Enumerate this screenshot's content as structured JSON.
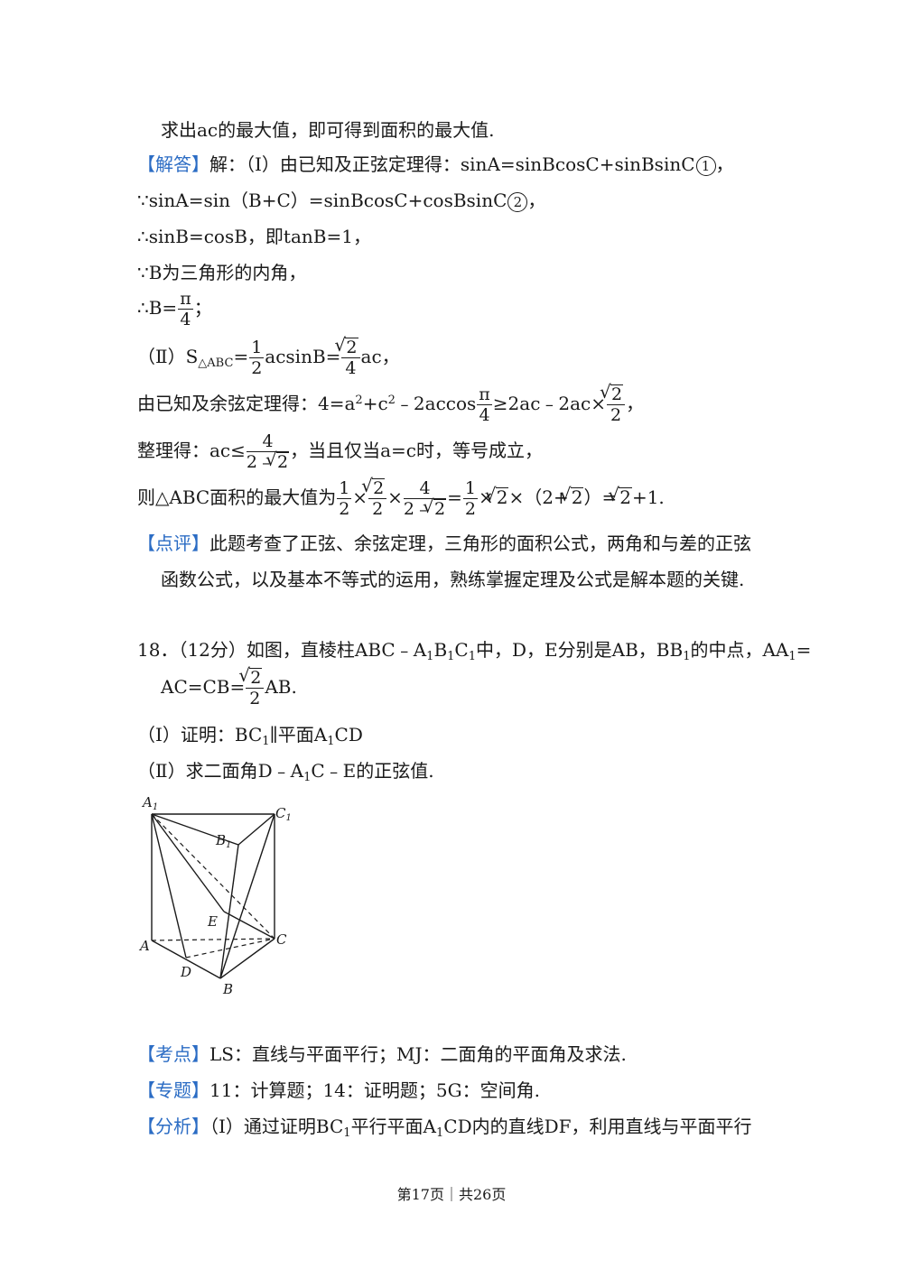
{
  "p": {
    "l1": "求出ac的最大值，即可得到面积的最大值.",
    "jieda_tag": "【解答】",
    "l2": "解：（Ⅰ）由已知及正弦定理得：sinA=sinBcosC+sinBsinC",
    "c1": "1",
    "l2_end": "，",
    "l3": "∵sinA=sin（B+C）=sinBcosC+cosBsinC",
    "c2": "2",
    "l3_end": "，",
    "l4": "∴sinB=cosB，即tanB=1，",
    "l5": "∵B为三角形的内角，",
    "l6a": "∴B=",
    "pi": "π",
    "four": "4",
    "l6b": "；",
    "l7a": "（Ⅱ）S",
    "l7sub": "△ABC",
    "l7b": "=",
    "one": "1",
    "two": "2",
    "l7c": "acsinB=",
    "r2": "2",
    "l7d": "ac，",
    "l8a": "由已知及余弦定理得：4=a",
    "sq": "2",
    "l8b": "+c",
    "l8c": "﹣2accos",
    "l8d": "≥2ac﹣2ac×",
    "l8e": "，",
    "l9a": "整理得：ac≤",
    "l9den_a": "2﹣",
    "l9b": "，当且仅当a=c时，等号成立，",
    "l10a": "则△ABC面积的最大值为",
    "times": "×",
    "eq": "=",
    "l10b": "（2+",
    "l10c": "）=",
    "l10d": "+1.",
    "dianping_tag": "【点评】",
    "l11": "此题考查了正弦、余弦定理，三角形的面积公式，两角和与差的正弦",
    "l12": "函数公式，以及基本不等式的运用，熟练掌握定理及公式是解本题的关键.",
    "q18a": "18．（12分）如图，直棱柱ABC﹣A",
    "q18b": "B",
    "q18c": "C",
    "q18d": "中，D，E分别是AB，BB",
    "q18e": "的中点，AA",
    "q18f": "=",
    "s1": "1",
    "q18g": "AC=CB=",
    "q18h": "AB.",
    "q1a": "（Ⅰ）证明：BC",
    "q1b": "∥平面A",
    "q1c": "CD",
    "q2a": "（Ⅱ）求二面角D﹣A",
    "q2b": "C﹣E的正弦值.",
    "kaodian_tag": "【考点】",
    "kaodian": "LS：直线与平面平行；MJ：二面角的平面角及求法.",
    "zhuanti_tag": "【专题】",
    "zhuanti": "11：计算题；14：证明题；5G：空间角.",
    "fenxi_tag": "【分析】",
    "fenxi_a": "（Ⅰ）通过证明BC",
    "fenxi_b": "平行平面A",
    "fenxi_c": "CD内的直线DF，利用直线与平面平行"
  },
  "figure": {
    "A1": "A",
    "B1": "B",
    "C1": "C",
    "A": "A",
    "B": "B",
    "C": "C",
    "D": "D",
    "E": "E",
    "sub1": "1"
  },
  "footer": "第17页｜共26页",
  "colors": {
    "tag": "#2b6cc4",
    "text": "#1a1a1a"
  }
}
